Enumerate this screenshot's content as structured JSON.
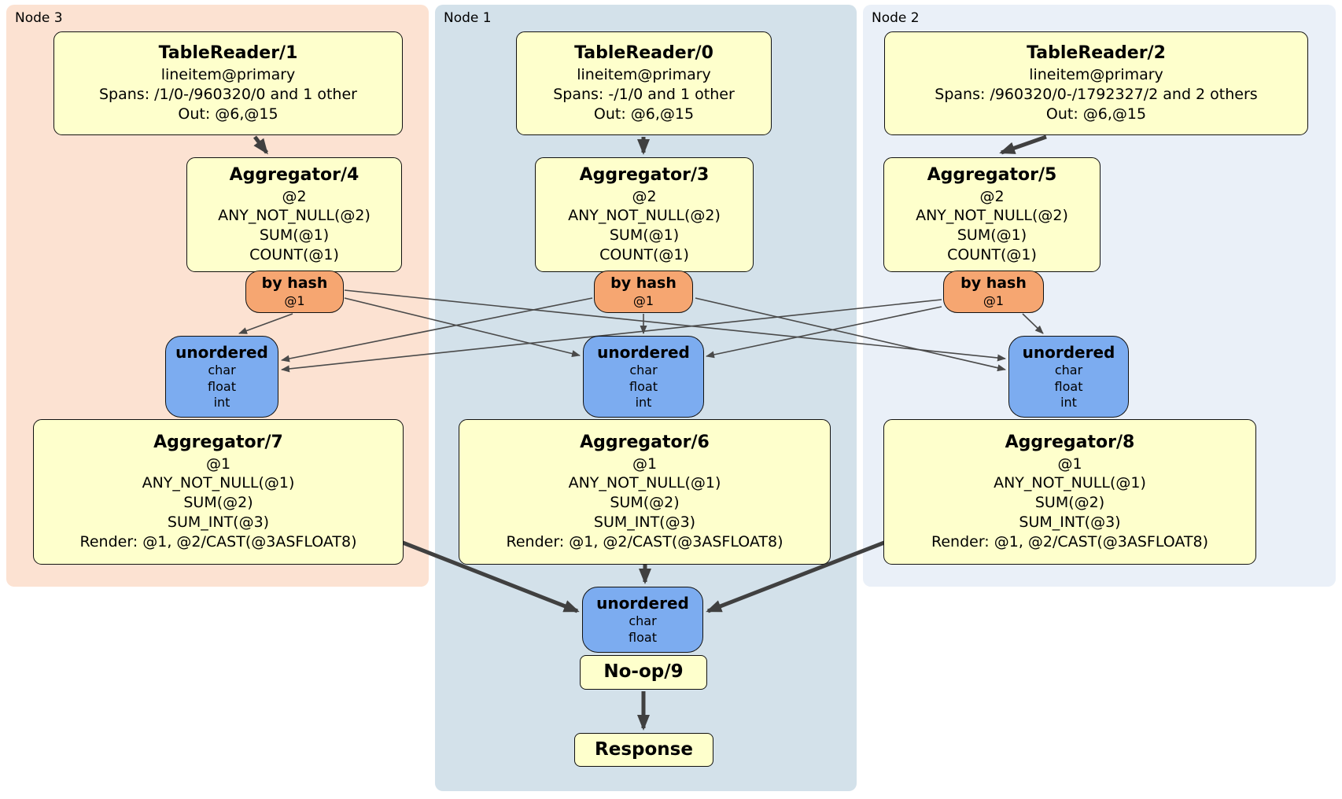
{
  "regions": [
    {
      "label": "Node 3"
    },
    {
      "label": "Node 1"
    },
    {
      "label": "Node 2"
    }
  ],
  "processors": {
    "tr1": {
      "title": "TableReader/1",
      "lines": [
        "lineitem@primary",
        "Spans: /1/0-/960320/0 and 1 other",
        "Out: @6,@15"
      ]
    },
    "tr0": {
      "title": "TableReader/0",
      "lines": [
        "lineitem@primary",
        "Spans: -/1/0 and 1 other",
        "Out: @6,@15"
      ]
    },
    "tr2": {
      "title": "TableReader/2",
      "lines": [
        "lineitem@primary",
        "Spans: /960320/0-/1792327/2 and 2 others",
        "Out: @6,@15"
      ]
    },
    "agg4": {
      "title": "Aggregator/4",
      "lines": [
        "@2",
        "ANY_NOT_NULL(@2)",
        "SUM(@1)",
        "COUNT(@1)"
      ]
    },
    "agg3": {
      "title": "Aggregator/3",
      "lines": [
        "@2",
        "ANY_NOT_NULL(@2)",
        "SUM(@1)",
        "COUNT(@1)"
      ]
    },
    "agg5": {
      "title": "Aggregator/5",
      "lines": [
        "@2",
        "ANY_NOT_NULL(@2)",
        "SUM(@1)",
        "COUNT(@1)"
      ]
    },
    "agg7": {
      "title": "Aggregator/7",
      "lines": [
        "@1",
        "ANY_NOT_NULL(@1)",
        "SUM(@2)",
        "SUM_INT(@3)",
        "Render: @1, @2/CAST(@3ASFLOAT8)"
      ]
    },
    "agg6": {
      "title": "Aggregator/6",
      "lines": [
        "@1",
        "ANY_NOT_NULL(@1)",
        "SUM(@2)",
        "SUM_INT(@3)",
        "Render: @1, @2/CAST(@3ASFLOAT8)"
      ]
    },
    "agg8": {
      "title": "Aggregator/8",
      "lines": [
        "@1",
        "ANY_NOT_NULL(@1)",
        "SUM(@2)",
        "SUM_INT(@3)",
        "Render: @1, @2/CAST(@3ASFLOAT8)"
      ]
    },
    "noop": {
      "title": "No-op/9"
    },
    "response": {
      "title": "Response"
    }
  },
  "router": {
    "title": "by hash",
    "detail": "@1"
  },
  "syncs": {
    "stage1": {
      "title": "unordered",
      "types": [
        "char",
        "float",
        "int"
      ]
    },
    "final": {
      "title": "unordered",
      "types": [
        "char",
        "float"
      ]
    }
  },
  "edges": {
    "thick": [
      {
        "from": "TableReader/1",
        "to": "Aggregator/4"
      },
      {
        "from": "TableReader/0",
        "to": "Aggregator/3"
      },
      {
        "from": "TableReader/2",
        "to": "Aggregator/5"
      },
      {
        "from": "Aggregator/7",
        "to": "unordered-final"
      },
      {
        "from": "Aggregator/6",
        "to": "unordered-final"
      },
      {
        "from": "Aggregator/8",
        "to": "unordered-final"
      },
      {
        "from": "No-op/9",
        "to": "Response"
      }
    ],
    "thin": [
      {
        "from": "by-hash-node3",
        "to": "unordered-node3"
      },
      {
        "from": "by-hash-node3",
        "to": "unordered-node1"
      },
      {
        "from": "by-hash-node3",
        "to": "unordered-node2"
      },
      {
        "from": "by-hash-node1",
        "to": "unordered-node3"
      },
      {
        "from": "by-hash-node1",
        "to": "unordered-node1"
      },
      {
        "from": "by-hash-node1",
        "to": "unordered-node2"
      },
      {
        "from": "by-hash-node2",
        "to": "unordered-node3"
      },
      {
        "from": "by-hash-node2",
        "to": "unordered-node1"
      },
      {
        "from": "by-hash-node2",
        "to": "unordered-node2"
      }
    ]
  },
  "colors": {
    "node3_region": "#fce2d2",
    "node1_region": "#d3e1ea",
    "node2_region": "#eaf0f8",
    "processor_fill": "#feffcc",
    "router_fill": "#f6a671",
    "sync_fill": "#7cacf0",
    "edge": "#404040"
  }
}
